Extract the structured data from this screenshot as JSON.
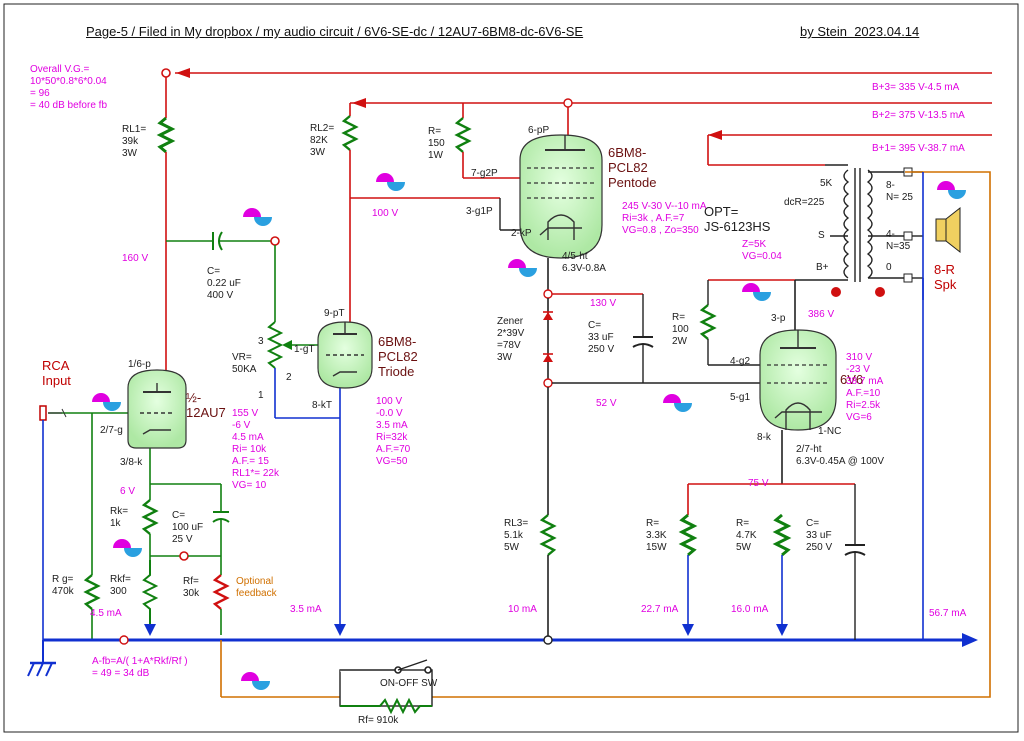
{
  "header": {
    "title": "Page-5 / Filed in My dropbox / my audio circuit / 6V6-SE-dc / 12AU7-6BM8-dc-6V6-SE",
    "byline": "by Stein  2023.04.14"
  },
  "gain_note": "Overall V.G.=\n10*50*0.8*6*0.04\n= 96\n= 40 dB before fb",
  "feedback_note": "A-fb=A/( 1+A*Rkf/Rf )\n= 49 = 34 dB",
  "rails": {
    "b3": "B+3= 335 V-4.5 mA",
    "b2": "B+2= 375 V-13.5 mA",
    "b1": "B+1= 395 V-38.7 mA"
  },
  "components": {
    "rl1": "RL1=\n39k\n3W",
    "rl2": "RL2=\n82K\n3W",
    "r150": "R=\n150\n1W",
    "c022": "C=\n0.22 uF\n400 V",
    "vr": "VR=\n50KA",
    "rk": "Rk=\n1k",
    "ck": "C=\n100 uF\n25 V",
    "rg": "R g=\n470k",
    "rkf": "Rkf=\n300",
    "rf": "Rf=\n30k",
    "rf_bottom": "Rf= 910k",
    "zener": "Zener\n2*39V\n=78V\n3W",
    "c33a": "C=\n33 uF\n250 V",
    "r100": "R=\n100\n2W",
    "rl3": "RL3=\n5.1k\n5W",
    "r33k": "R=\n3.3K\n15W",
    "r47k": "R=\n4.7K\n5W",
    "c33b": "C=\n33 uF\n250 V",
    "switch": "ON-OFF SW",
    "optional": "Optional\nfeedback"
  },
  "tubes": {
    "v1": {
      "name": "½-\n12AU7",
      "pins": {
        "plate": "1/6-p",
        "grid": "2/7-g",
        "cathode": "3/8-k"
      },
      "spec": "155 V\n-6 V\n4.5 mA\nRi= 10k\nA.F.= 15\nRL1*= 22k\nVG= 10"
    },
    "v2": {
      "name": "6BM8-\nPCL82\nTriode",
      "pins": {
        "plate": "9-pT",
        "grid": "1-gT",
        "cathode": "8-kT"
      },
      "spec": "100 V\n-0.0 V\n3.5 mA\nRi=32k\nA.F.=70\nVG=50"
    },
    "v3": {
      "name": "6BM8-\nPCL82\nPentode",
      "pins": {
        "plate": "6-pP",
        "g2": "7-g2P",
        "g1": "3-g1P",
        "cathode": "2-kP",
        "heater": "4/5-ht\n6.3V-0.8A"
      },
      "spec": "245 V-30 V--10 mA\nRi=3k , A.F.=7\nVG=0.8 , Zo=350"
    },
    "v4": {
      "name": "6V6",
      "pins": {
        "plate": "3-p",
        "g2": "4-g2",
        "g1": "5-g1",
        "cathode": "8-k",
        "nc": "1-NC",
        "heater": "2/7-ht\n6.3V-0.45A @ 100V"
      },
      "spec": "310 V\n-23 V\n38.7 mA\nA.F.=10\nRi=2.5k\nVG=6"
    }
  },
  "opt": {
    "name": "OPT=\nJS-6123HS",
    "spec": "Z=5K\nVG=0.04",
    "dcr": "dcR=225",
    "taps_primary": [
      "5K",
      "S",
      "B+"
    ],
    "taps_secondary": [
      "8-",
      "4-",
      "0"
    ],
    "n25": "8-\nN= 25",
    "n35": "4-\nN=35",
    "zero": "0"
  },
  "speaker": "8-R\nSpk",
  "input": "RCA\nInput",
  "vr_pins": [
    "3",
    "2",
    "1"
  ],
  "voltages": {
    "v160": "160 V",
    "v100": "100 V",
    "v6": "6 V",
    "v130": "130 V",
    "v52": "52 V",
    "v386": "386 V",
    "v75": "75 V"
  },
  "currents": {
    "i45": "4.5 mA",
    "i35": "3.5 mA",
    "i10": "10 mA",
    "i227": "22.7 mA",
    "i160": "16.0 mA",
    "i567": "56.7 mA"
  },
  "colors": {
    "wire_red": "#d01010",
    "wire_green": "#108010",
    "wire_blue": "#1030d0",
    "wire_orange": "#d07000",
    "wire_dark": "#202020",
    "tube_fill": "#c8f0c0",
    "label_magenta": "#e000e0"
  }
}
